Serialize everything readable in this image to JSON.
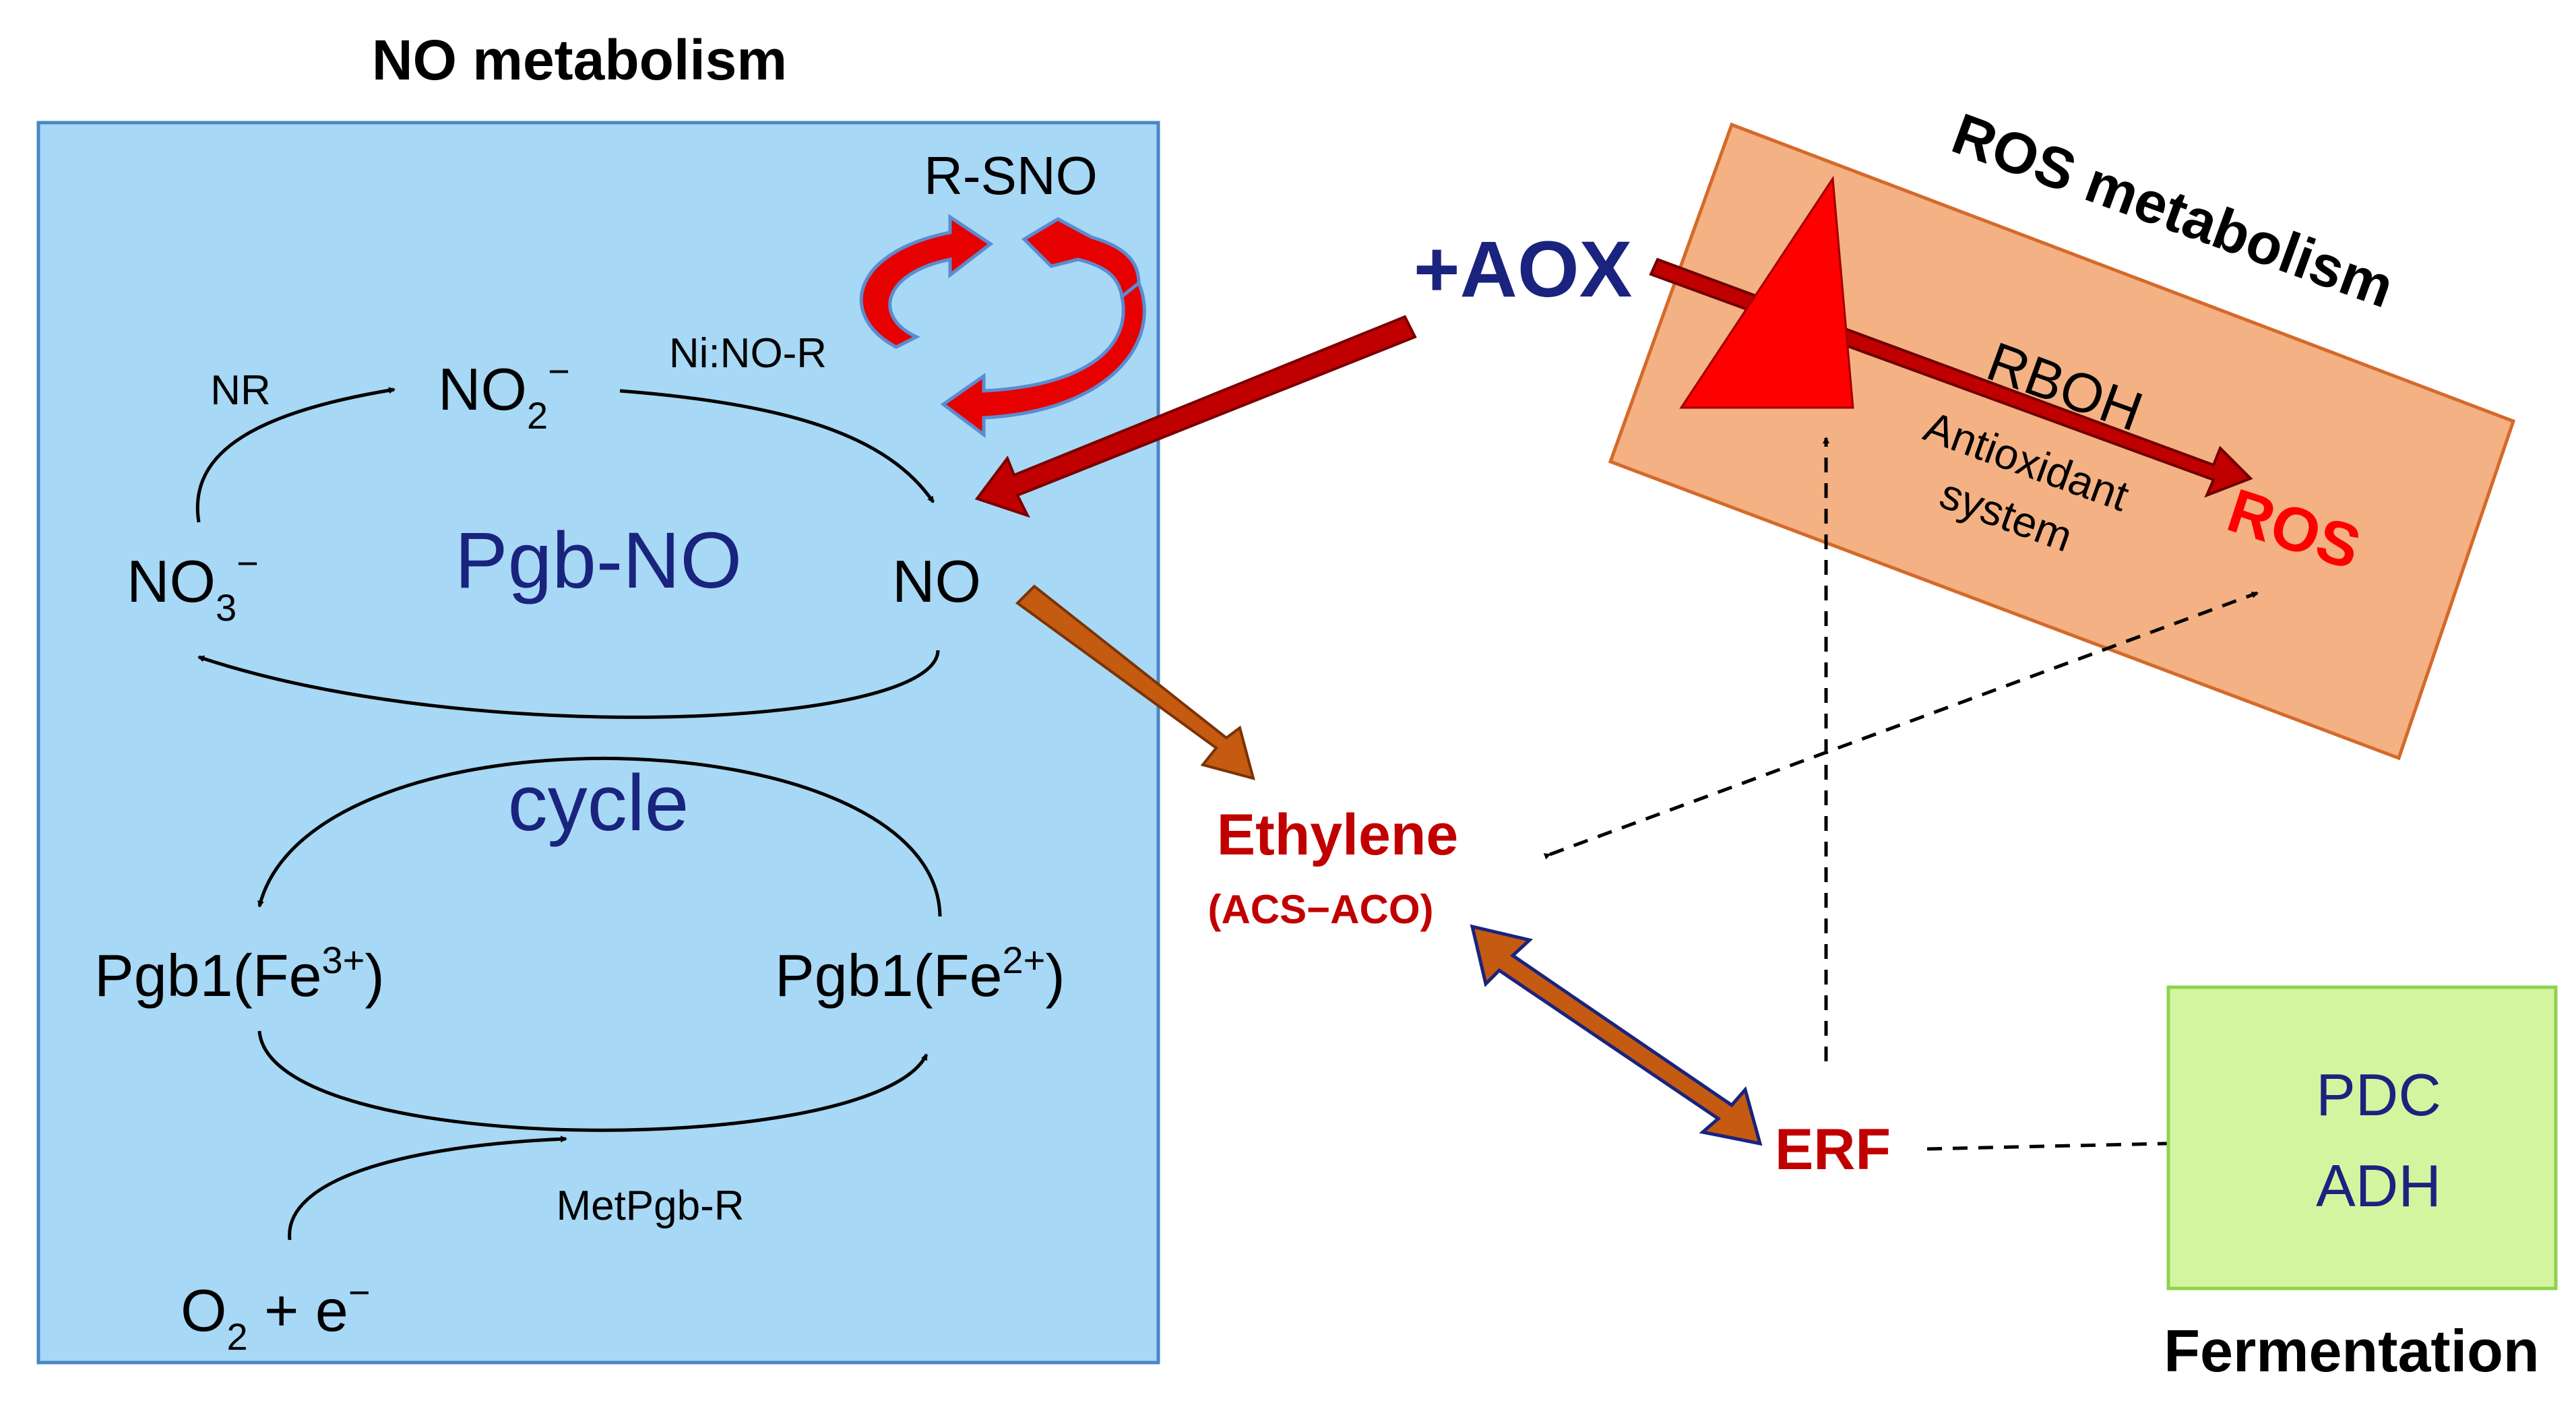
{
  "no_panel": {
    "heading": "NO metabolism",
    "rsno": "R-SNO",
    "nr": "NR",
    "no2": "NO",
    "no2_sub": "2",
    "no2_sup": "−",
    "ni_no_r": "Ni:NO-R",
    "no3": "NO",
    "no3_sub": "3",
    "no3_sup": "−",
    "pgb_no": "Pgb-NO",
    "no": "NO",
    "cycle": "cycle",
    "pgb1_fe3_base": "Pgb1(Fe",
    "pgb1_fe3_sup": "3+",
    "pgb1_fe3_close": ")",
    "pgb1_fe2_base": "Pgb1(Fe",
    "pgb1_fe2_sup": "2+",
    "pgb1_fe2_close": ")",
    "metpgb_r": "MetPgb-R",
    "o2_base": "O",
    "o2_sub": "2",
    "o2_rest": " + e",
    "o2_sup": "−"
  },
  "aox": "+AOX",
  "ros_panel": {
    "heading": "ROS metabolism",
    "rboh": "RBOH",
    "antioxidant_line1": "Antioxidant",
    "antioxidant_line2": "system",
    "ros": "ROS"
  },
  "ethylene": "Ethylene",
  "acs_aco": "(ACS−ACO)",
  "erf": "ERF",
  "fermentation": {
    "pdc": "PDC",
    "adh": "ADH",
    "label": "Fermentation"
  },
  "colors": {
    "no_panel_fill": "#a7d8f5",
    "no_panel_border": "#4a86c5",
    "ros_panel_fill": "#f4b183",
    "ros_panel_border": "#d46a2a",
    "ferm_fill": "#d4f5a0",
    "ferm_border": "#8fd14f",
    "dark_blue": "#1a237e",
    "dark_red": "#c00000",
    "bright_red": "#ff0000",
    "arrow_red": "#c00000",
    "arrow_orange": "#c55a11"
  }
}
